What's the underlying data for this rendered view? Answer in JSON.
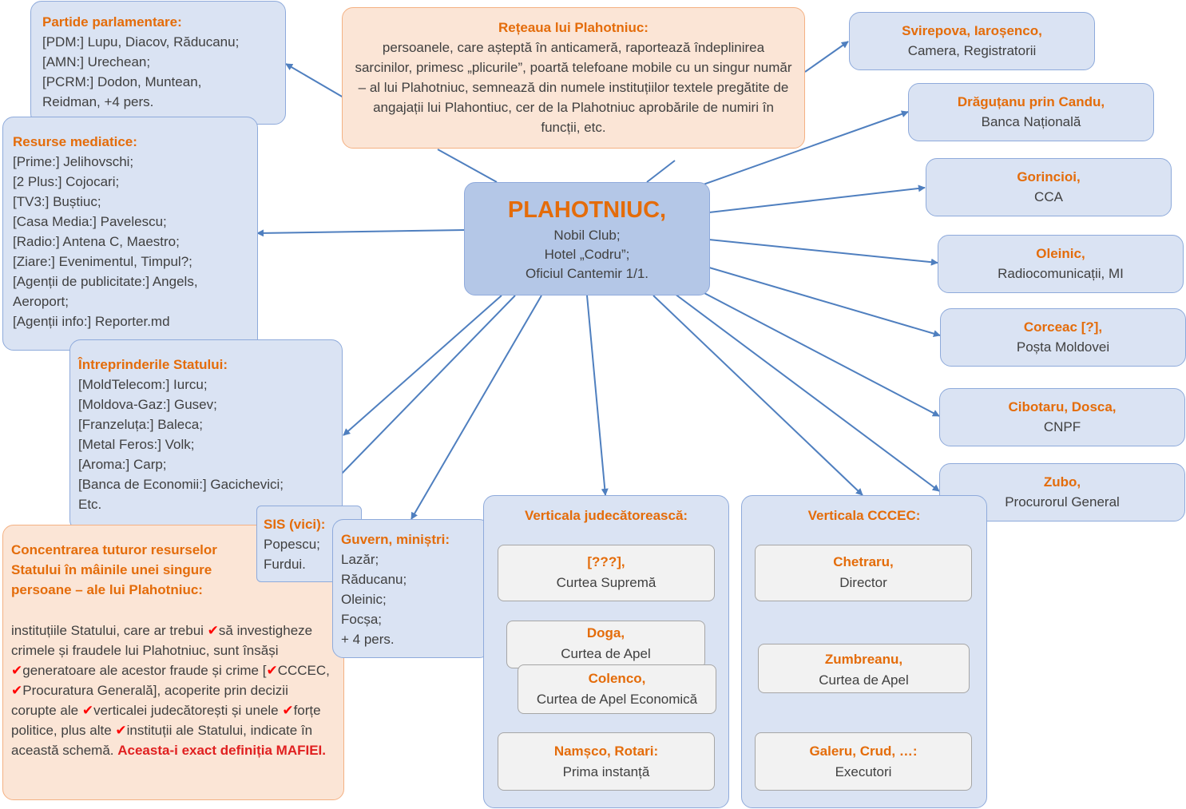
{
  "center": {
    "title": "PLAHOTNIUC,",
    "lines": [
      "Nobil Club;",
      "Hotel „Codru”;",
      "Oficiul Cantemir 1/1."
    ]
  },
  "network": {
    "title": "Rețeaua lui Plahotniuc:",
    "text": "persoanele, care așteptă în anticameră, raportează îndeplinirea sarcinilor, primesc „plicurile”, poartă telefoane mobile cu un singur număr – al lui Plahotniuc, semnează din numele instituțiilor textele pregătite de angajații lui Plahontiuc, cer de la Plahotniuc aprobările de numiri în funcții, etc."
  },
  "parties": {
    "title": "Partide parlamentare:",
    "lines": [
      "[PDM:] Lupu, Diacov, Răducanu;",
      "[AMN:] Urechean;",
      "[PCRM:] Dodon, Muntean,",
      "Reidman, +4 pers."
    ]
  },
  "media": {
    "title": "Resurse mediatice:",
    "lines": [
      "[Prime:] Jelihovschi;",
      "[2 Plus:] Cojocari;",
      "[TV3:] Buștiuc;",
      "[Casa Media:]  Pavelescu;",
      "[Radio:] Antena C, Maestro;",
      "[Ziare:] Evenimentul, Timpul?;",
      "[Agenții de publicitate:] Angels,",
      "Aeroport;",
      "[Agenții info:] Reporter.md"
    ]
  },
  "enterprises": {
    "title": "Întreprinderile Statului:",
    "lines": [
      "[MoldTelecom:] Iurcu;",
      "[Moldova-Gaz:] Gusev;",
      "[Franzeluța:] Baleca;",
      "[Metal Feros:] Volk;",
      "[Aroma:] Carp;",
      "[Banca de Economii:] Gacichevici;",
      "Etc."
    ]
  },
  "sis": {
    "title": "SIS (vici):",
    "lines": [
      "Popescu;",
      "Furdui."
    ]
  },
  "govern": {
    "title": "Guvern, miniștri:",
    "lines": [
      "Lazăr;",
      "Răducanu;",
      "Oleinic;",
      "Focșa;",
      "+ 4 pers."
    ]
  },
  "concentration": {
    "title_lines": [
      "Concentrarea tuturor resurselor",
      "Statului în mâinile unei singure",
      "persoane – ale lui Plahotniuc:"
    ],
    "check": "✔",
    "segments": [
      "instituțiile Statului, care ar trebui ",
      "să investigheze crimele și fraudele lui Plahotniuc, sunt însăși ",
      "generatoare ale acestor fraude și crime [",
      "CCCEC, ",
      "Procuratura Generală], acoperite prin decizii corupte ale ",
      "verticalei judecătorești și unele ",
      "forțe politice, plus alte ",
      "instituții ale Statului, indicate în această schemă. "
    ],
    "conclusion": "Aceasta-i exact definiția MAFIEI."
  },
  "right_nodes": [
    {
      "name": "Svirepova, Iaroșenco,",
      "org": "Camera, Registratorii"
    },
    {
      "name": "Drăguțanu prin Candu,",
      "org": "Banca Națională"
    },
    {
      "name": "Gorincioi,",
      "org": "CCA"
    },
    {
      "name": "Oleinic,",
      "org": "Radiocomunicații, MI"
    },
    {
      "name": "Corceac [?],",
      "org": "Poșta Moldovei"
    },
    {
      "name": "Cibotaru, Dosca,",
      "org": "CNPF"
    },
    {
      "name": "Zubo,",
      "org": "Procurorul General"
    }
  ],
  "judicial": {
    "title": "Verticala judecătorească:",
    "nodes": [
      {
        "name": "[???],",
        "org": "Curtea Supremă"
      },
      {
        "name": "Doga,",
        "org": "Curtea de Apel"
      },
      {
        "name": "Colenco,",
        "org": "Curtea de Apel Economică"
      },
      {
        "name": "Namșco, Rotari:",
        "org": "Prima instanță"
      }
    ]
  },
  "cccec": {
    "title": "Verticala CCCEC:",
    "nodes": [
      {
        "name": "Chetraru,",
        "org": "Director"
      },
      {
        "name": "Zumbreanu,",
        "org": "Curtea de Apel"
      },
      {
        "name": "Galeru, Crud, …:",
        "org": "Executori"
      }
    ]
  },
  "colors": {
    "accent_orange": "#e46c0a",
    "arrow_blue": "#4f7fbf",
    "arrow_orange": "#ed7d31",
    "check_red": "#ff0000"
  }
}
